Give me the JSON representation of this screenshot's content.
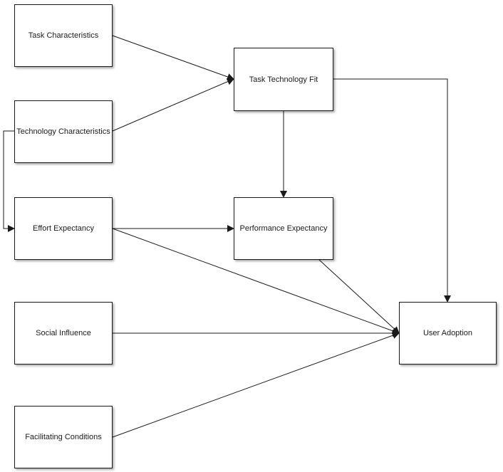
{
  "nodes": {
    "task_characteristics": "Task Characteristics",
    "technology_characteristics": "Technology Characteristics",
    "effort_expectancy": "Effort Expectancy",
    "social_influence": "Social Influence",
    "facilitating_conditions": "Facilitating Conditions",
    "task_technology_fit": "Task Technology Fit",
    "performance_expectancy": "Performance Expectancy",
    "user_adoption": "User Adoption"
  },
  "edges": [
    {
      "from": "Task Characteristics",
      "to": "Task Technology Fit"
    },
    {
      "from": "Technology Characteristics",
      "to": "Task Technology Fit"
    },
    {
      "from": "Technology Characteristics",
      "to": "Effort Expectancy"
    },
    {
      "from": "Task Technology Fit",
      "to": "Performance Expectancy"
    },
    {
      "from": "Task Technology Fit",
      "to": "User Adoption"
    },
    {
      "from": "Effort Expectancy",
      "to": "Performance Expectancy"
    },
    {
      "from": "Effort Expectancy",
      "to": "User Adoption"
    },
    {
      "from": "Performance Expectancy",
      "to": "User Adoption"
    },
    {
      "from": "Social Influence",
      "to": "User Adoption"
    },
    {
      "from": "Facilitating Conditions",
      "to": "User Adoption"
    }
  ],
  "colors": {
    "line": "#1a1a1a",
    "box_border": "#1a1a1a",
    "background": "#ffffff"
  }
}
